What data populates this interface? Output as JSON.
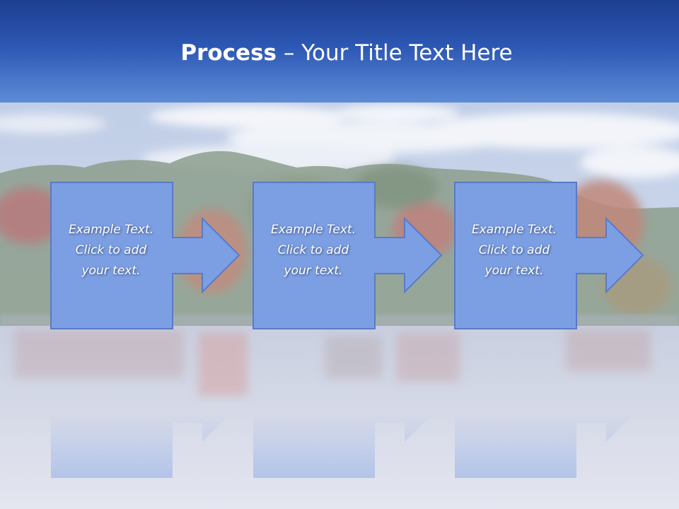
{
  "title": {
    "bold": "Process",
    "rest": " – Your Title Text Here"
  },
  "steps": [
    {
      "lines": [
        "Example Text.",
        "Click  to add",
        "your text."
      ]
    },
    {
      "lines": [
        "Example Text.",
        "Click  to add",
        "your text."
      ]
    },
    {
      "lines": [
        "Example Text.",
        "Click  to add",
        "your text."
      ]
    }
  ],
  "colors": {
    "title_bar": "#2c57b4",
    "shape_fill": "#7c9fe3",
    "shape_border": "#5a7ac7",
    "title_text": "#ffffff"
  }
}
